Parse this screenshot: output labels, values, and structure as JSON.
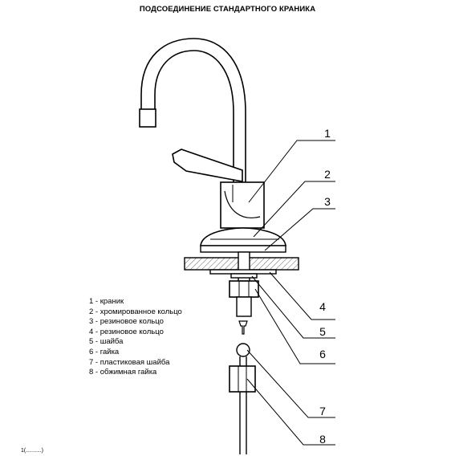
{
  "title": "ПОДСОЕДИНЕНИЕ СТАНДАРТНОГО КРАНИКА",
  "legend": [
    "1 - краник",
    "2 - хромированное кольцо",
    "3 - резиновое кольцо",
    "4 - резиновое кольцо",
    "5 - шайба",
    "6 - гайка",
    "7 - пластиковая шайба",
    "8 - обжимная гайка"
  ],
  "callouts": [
    "1",
    "2",
    "3",
    "4",
    "5",
    "6",
    "7",
    "8"
  ],
  "footer": "1(..........)",
  "colors": {
    "ink": "#000000",
    "background": "#ffffff",
    "hatch": "#888888"
  }
}
